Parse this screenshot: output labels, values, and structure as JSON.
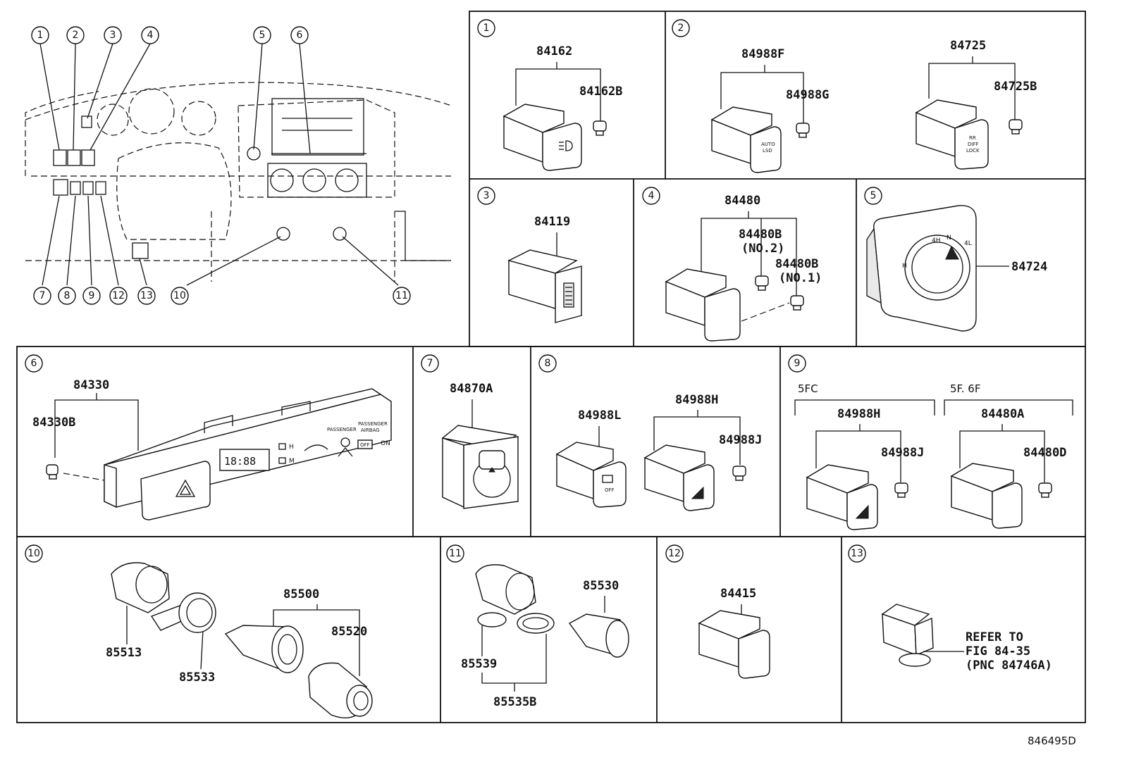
{
  "overview": {
    "callouts": [
      "1",
      "2",
      "3",
      "4",
      "5",
      "6",
      "7",
      "8",
      "9",
      "12",
      "13",
      "10",
      "11"
    ]
  },
  "panels": {
    "p1": {
      "num": "1",
      "parts": [
        "84162",
        "84162B"
      ]
    },
    "p2": {
      "num": "2",
      "parts": [
        "84988F",
        "84988G",
        "84725",
        "84725B"
      ]
    },
    "p3": {
      "num": "3",
      "parts": [
        "84119"
      ]
    },
    "p4": {
      "num": "4",
      "parts": [
        "84480",
        "84480B",
        "(NO.2)",
        "84480B",
        "(NO.1)"
      ]
    },
    "p5": {
      "num": "5",
      "parts": [
        "84724"
      ]
    },
    "p6": {
      "num": "6",
      "parts": [
        "84330",
        "84330B"
      ]
    },
    "p7": {
      "num": "7",
      "parts": [
        "84870A"
      ]
    },
    "p8": {
      "num": "8",
      "parts": [
        "84988L",
        "84988H",
        "84988J"
      ]
    },
    "p9": {
      "num": "9",
      "parts": [
        "5FC",
        "5F. 6F",
        "84988H",
        "84988J",
        "84480A",
        "84480D"
      ]
    },
    "p10": {
      "num": "10",
      "parts": [
        "85500",
        "85520",
        "85513",
        "85533"
      ]
    },
    "p11": {
      "num": "11",
      "parts": [
        "85530",
        "85539",
        "85535B"
      ]
    },
    "p12": {
      "num": "12",
      "parts": [
        "84415"
      ]
    },
    "p13": {
      "num": "13",
      "refer": [
        "REFER TO",
        "FIG 84-35",
        "(PNC 84746A)"
      ]
    }
  },
  "switch_text": {
    "fog": "",
    "auto_lsd": [
      "AUTO",
      "LSD"
    ],
    "rr_diff_lock": [
      "RR",
      "DIFF",
      "LOCK"
    ],
    "clock": "18:88",
    "h": "H",
    "m": "M",
    "passenger": "PASSENGER",
    "airbag": [
      "PASSENGER",
      "AIRBAG"
    ],
    "off": "OFF",
    "on": "ON",
    "dial": [
      "H",
      "N",
      "4H",
      "4L"
    ]
  },
  "figure_id": "846495D"
}
